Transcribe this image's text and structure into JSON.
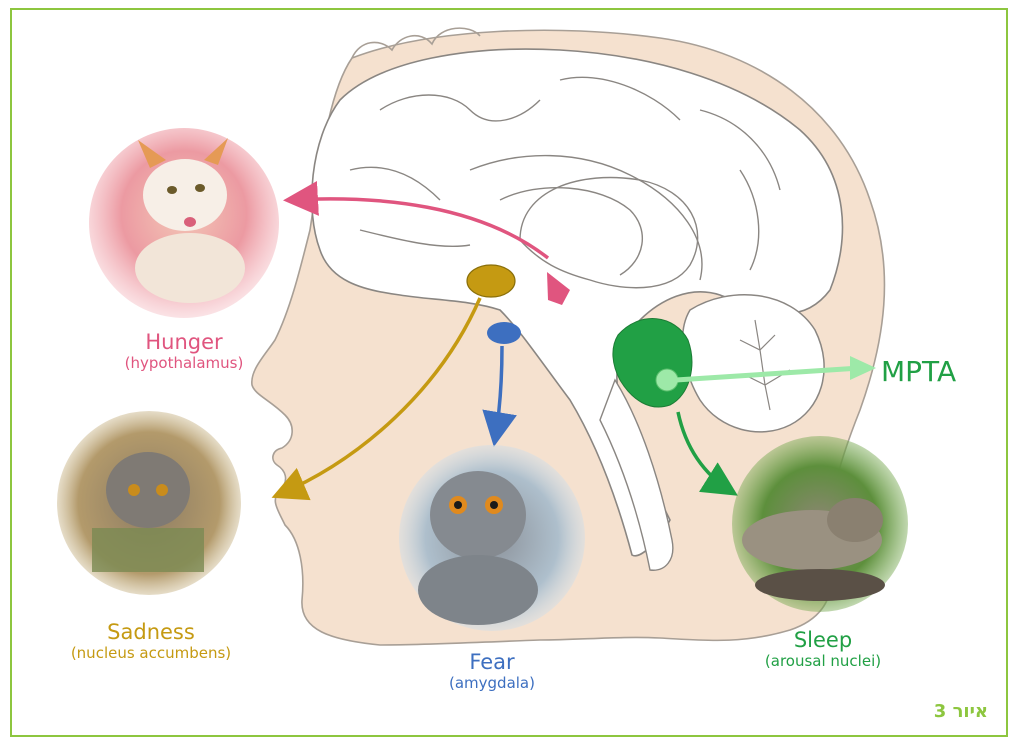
{
  "labels": {
    "hunger": {
      "title": "Hunger",
      "region": "(hypothalamus)"
    },
    "sadness": {
      "title": "Sadness",
      "region": "(nucleus accumbens)"
    },
    "fear": {
      "title": "Fear",
      "region": "(amygdala)"
    },
    "sleep": {
      "title": "Sleep",
      "region": "(arousal nuclei)"
    },
    "mpta": "MPTA"
  },
  "figure_label": "איור 3",
  "colors": {
    "frame": "#8dc63f",
    "hunger": "#e0557f",
    "sadness": "#c59a12",
    "fear": "#3d6fc0",
    "sleep": "#21a045",
    "mpta": "#9de9a8",
    "head": "#f5e1cf"
  }
}
